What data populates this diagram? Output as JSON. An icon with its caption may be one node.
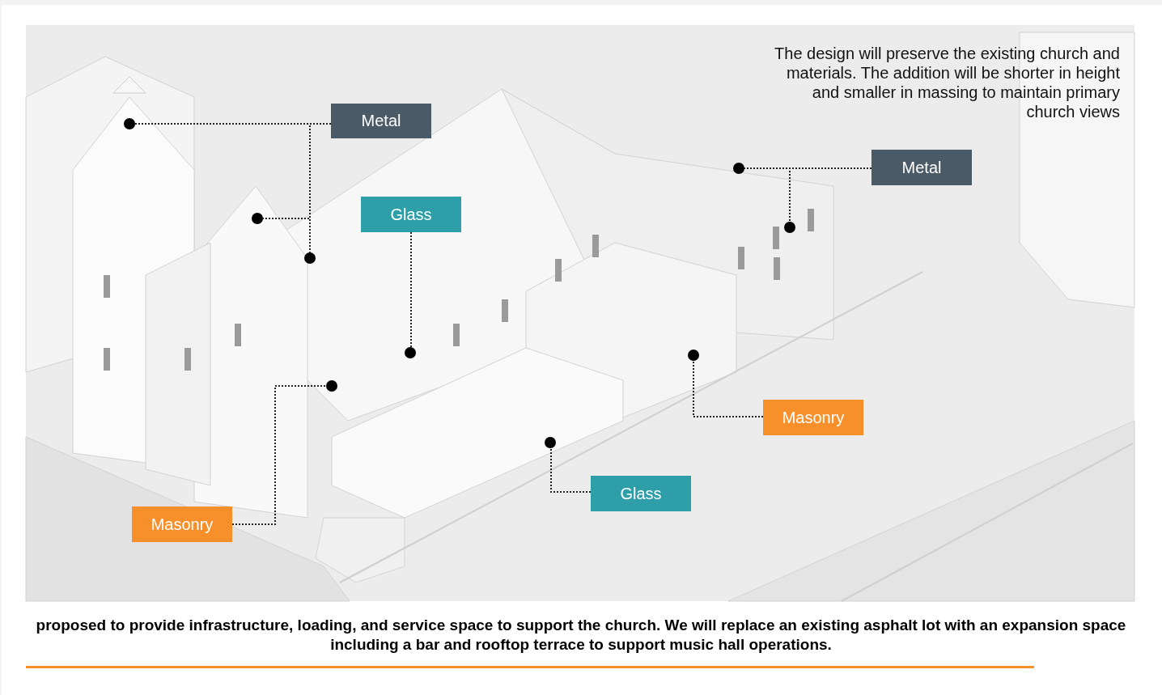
{
  "diagram": {
    "nodes": [
      {
        "text": [
          "Metal"
        ]
      },
      {
        "text": [
          "Glass"
        ]
      },
      {
        "text": [
          "Metal"
        ]
      },
      {
        "text": [
          "Masonry"
        ]
      },
      {
        "text": [
          "Glass"
        ]
      },
      {
        "text": [
          "Masonry"
        ]
      },
      {
        "text": [],
        "shape": "circle"
      },
      {
        "text": [],
        "shape": "circle"
      },
      {
        "text": [],
        "shape": "circle"
      },
      {
        "text": [],
        "shape": "circle"
      },
      {
        "text": [],
        "shape": "circle"
      },
      {
        "text": [],
        "shape": "circle"
      },
      {
        "text": [],
        "shape": "circle"
      },
      {
        "text": [],
        "shape": "circle"
      },
      {
        "text": [],
        "shape": "circle"
      }
    ],
    "edges": [
      {
        "from": 0,
        "to": 6,
        "arrow": "none",
        "style": "dashed"
      },
      {
        "from": 0,
        "to": 8,
        "arrow": "none",
        "style": "dashed"
      },
      {
        "from": 0,
        "to": 10,
        "arrow": "none",
        "style": "dashed"
      },
      {
        "from": 1,
        "to": 11,
        "arrow": "none",
        "style": "dashed"
      },
      {
        "from": 2,
        "to": 7,
        "arrow": "none",
        "style": "dashed"
      },
      {
        "from": 2,
        "to": 9,
        "arrow": "none",
        "style": "dashed"
      },
      {
        "from": 3,
        "to": 12,
        "arrow": "none",
        "style": "dashed"
      },
      {
        "from": 4,
        "to": 14,
        "arrow": "none",
        "style": "dashed"
      },
      {
        "from": 5,
        "to": 13,
        "arrow": "none",
        "style": "dashed"
      }
    ],
    "labels": [
      "The design will preserve the existing church and materials. The addition will be shorter in height and smaller in massing to maintain primary church views",
      "proposed to provide infrastructure, loading, and service space to support the church. We will replace an existing asphalt lot with an expansion space including a bar and rooftop terrace to support music hall operations."
    ]
  }
}
